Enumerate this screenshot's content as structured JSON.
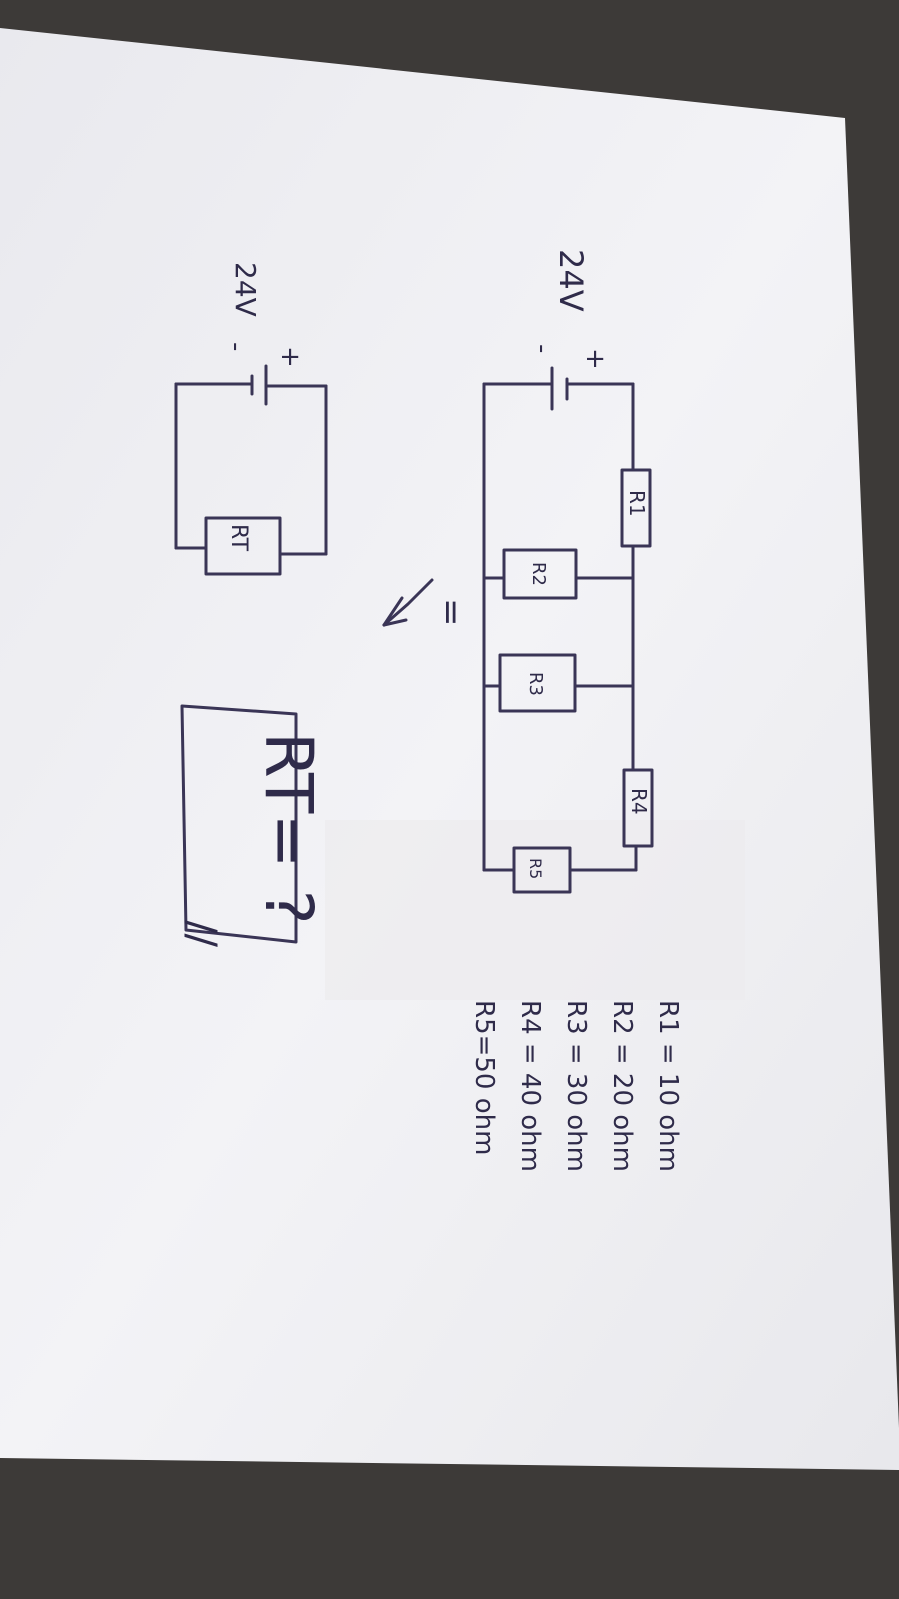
{
  "circuit": {
    "voltage": "24V",
    "plus": "+",
    "minus": "-",
    "resistors": {
      "r1": "R1",
      "r2": "R2",
      "r3": "R3",
      "r4": "R4",
      "r5": "R5"
    }
  },
  "values": {
    "r1": "R1 = 10 ohm",
    "r2": "R2 = 20 ohm",
    "r3": "R3 = 30 ohm",
    "r4": "R4 = 40 ohm",
    "r5": "R5=50 ohm"
  },
  "arrow_label": "=",
  "equivalent": {
    "voltage": "24V",
    "plus": "+",
    "minus": "-",
    "resistor": "RT"
  },
  "answer": {
    "text": "RT= ?",
    "marks": "//"
  }
}
